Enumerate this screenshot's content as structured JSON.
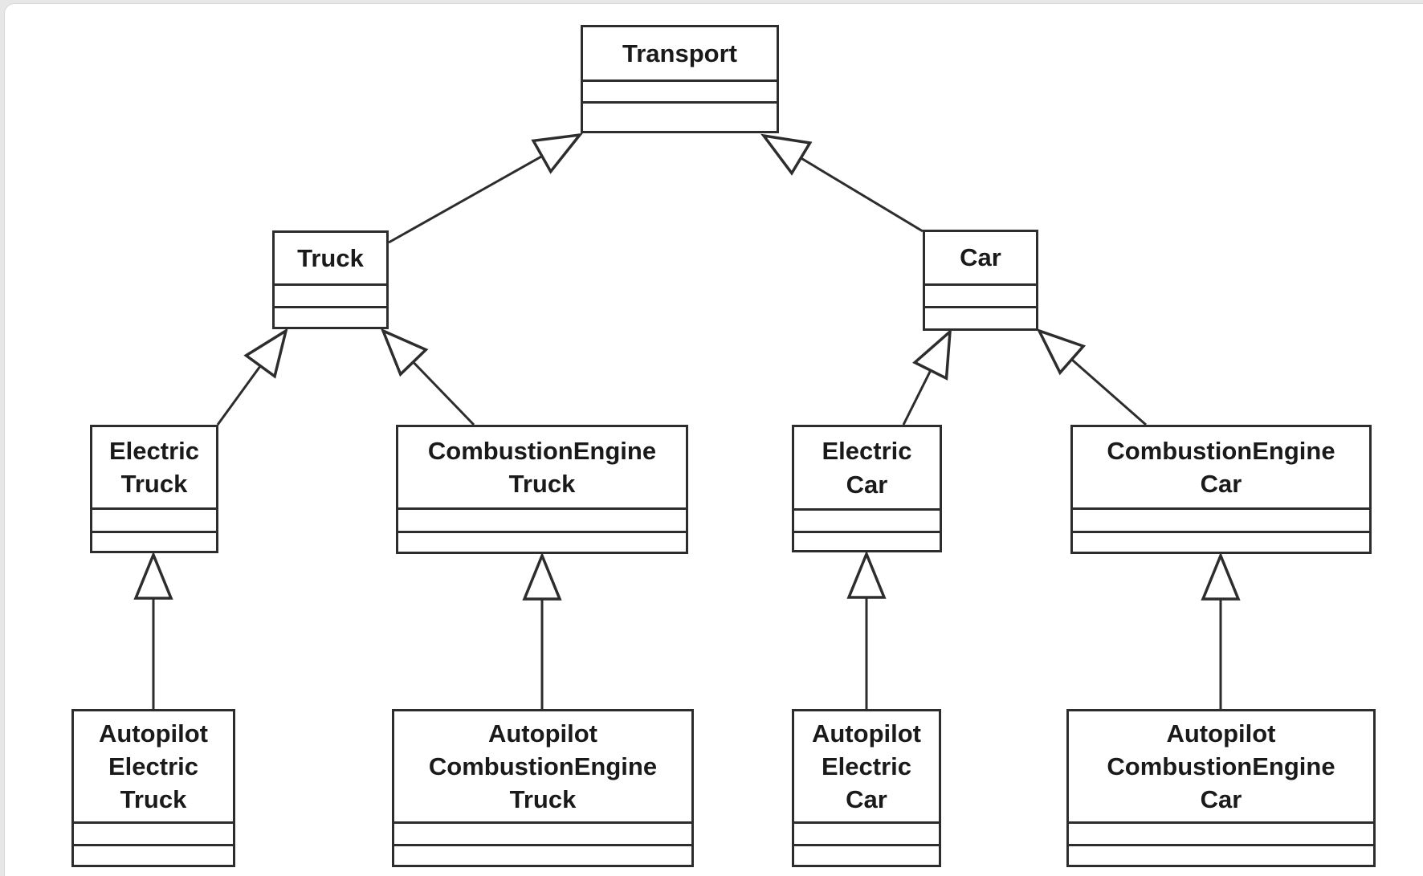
{
  "page": {
    "background_color": "#e7e7e7",
    "surface_color": "#ffffff",
    "stroke_color": "#2d2d2d",
    "text_color": "#1a1a1a"
  },
  "diagram": {
    "type": "uml_class_diagram",
    "classes": [
      {
        "id": "transport",
        "name": "Transport"
      },
      {
        "id": "truck",
        "name": "Truck"
      },
      {
        "id": "car",
        "name": "Car"
      },
      {
        "id": "electric-truck",
        "name": "Electric\nTruck"
      },
      {
        "id": "combustion-engine-truck",
        "name": "CombustionEngine\nTruck"
      },
      {
        "id": "electric-car",
        "name": "Electric\nCar"
      },
      {
        "id": "combustion-engine-car",
        "name": "CombustionEngine\nCar"
      },
      {
        "id": "autopilot-electric-truck",
        "name": "Autopilot\nElectric\nTruck"
      },
      {
        "id": "autopilot-combustion-engine-truck",
        "name": "Autopilot\nCombustionEngine\nTruck"
      },
      {
        "id": "autopilot-electric-car",
        "name": "Autopilot\nElectric\nCar"
      },
      {
        "id": "autopilot-combustion-engine-car",
        "name": "Autopilot\nCombustionEngine\nCar"
      }
    ],
    "relationships": [
      {
        "child": "Truck",
        "parent": "Transport",
        "type": "generalization"
      },
      {
        "child": "Car",
        "parent": "Transport",
        "type": "generalization"
      },
      {
        "child": "ElectricTruck",
        "parent": "Truck",
        "type": "generalization"
      },
      {
        "child": "CombustionEngineTruck",
        "parent": "Truck",
        "type": "generalization"
      },
      {
        "child": "ElectricCar",
        "parent": "Car",
        "type": "generalization"
      },
      {
        "child": "CombustionEngineCar",
        "parent": "Car",
        "type": "generalization"
      },
      {
        "child": "AutopilotElectricTruck",
        "parent": "ElectricTruck",
        "type": "generalization"
      },
      {
        "child": "AutopilotCombustionEngineTruck",
        "parent": "CombustionEngineTruck",
        "type": "generalization"
      },
      {
        "child": "AutopilotElectricCar",
        "parent": "ElectricCar",
        "type": "generalization"
      },
      {
        "child": "AutopilotCombustionEngineCar",
        "parent": "CombustionEngineCar",
        "type": "generalization"
      }
    ]
  }
}
